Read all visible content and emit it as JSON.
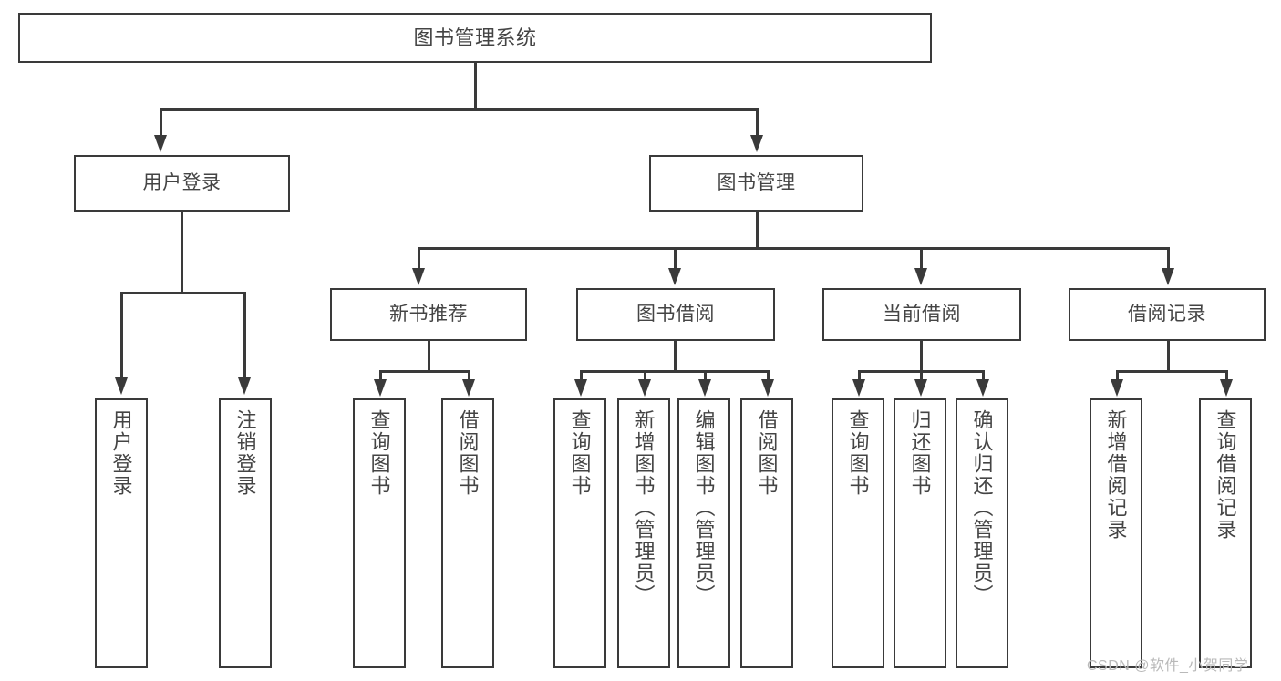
{
  "diagram": {
    "title": "图书管理系统",
    "type": "functional-structure-tree",
    "levels": 4,
    "nodes": {
      "root": {
        "label": "图书管理系统"
      },
      "level2": [
        {
          "id": "user-login",
          "label": "用户登录"
        },
        {
          "id": "book-management",
          "label": "图书管理"
        }
      ],
      "level3": [
        {
          "id": "new-book-recommend",
          "label": "新书推荐",
          "parent": "book-management"
        },
        {
          "id": "book-borrow",
          "label": "图书借阅",
          "parent": "book-management"
        },
        {
          "id": "current-borrow",
          "label": "当前借阅",
          "parent": "book-management"
        },
        {
          "id": "borrow-record",
          "label": "借阅记录",
          "parent": "book-management"
        }
      ],
      "leaves": {
        "user-login": [
          {
            "id": "leaf-user-login",
            "label": "用户登录"
          },
          {
            "id": "leaf-user-logout",
            "label": "注销登录"
          }
        ],
        "new-book-recommend": [
          {
            "id": "leaf-query-book-1",
            "label": "查询图书"
          },
          {
            "id": "leaf-borrow-book-1",
            "label": "借阅图书"
          }
        ],
        "book-borrow": [
          {
            "id": "leaf-query-book-2",
            "label": "查询图书"
          },
          {
            "id": "leaf-add-book",
            "label": "新增图书（管理员）"
          },
          {
            "id": "leaf-edit-book",
            "label": "编辑图书（管理员）"
          },
          {
            "id": "leaf-borrow-book-2",
            "label": "借阅图书"
          }
        ],
        "current-borrow": [
          {
            "id": "leaf-query-book-3",
            "label": "查询图书"
          },
          {
            "id": "leaf-return-book",
            "label": "归还图书"
          },
          {
            "id": "leaf-confirm-return",
            "label": "确认归还（管理员）"
          }
        ],
        "borrow-record": [
          {
            "id": "leaf-add-record",
            "label": "新增借阅记录"
          },
          {
            "id": "leaf-query-record",
            "label": "查询借阅记录"
          }
        ]
      }
    },
    "colors": {
      "stroke": "#3a3a3a",
      "text": "#444444",
      "background": "#ffffff",
      "watermark": "#b9b9b9"
    }
  },
  "watermark": {
    "text": "CSDN @软件_小贺同学"
  }
}
